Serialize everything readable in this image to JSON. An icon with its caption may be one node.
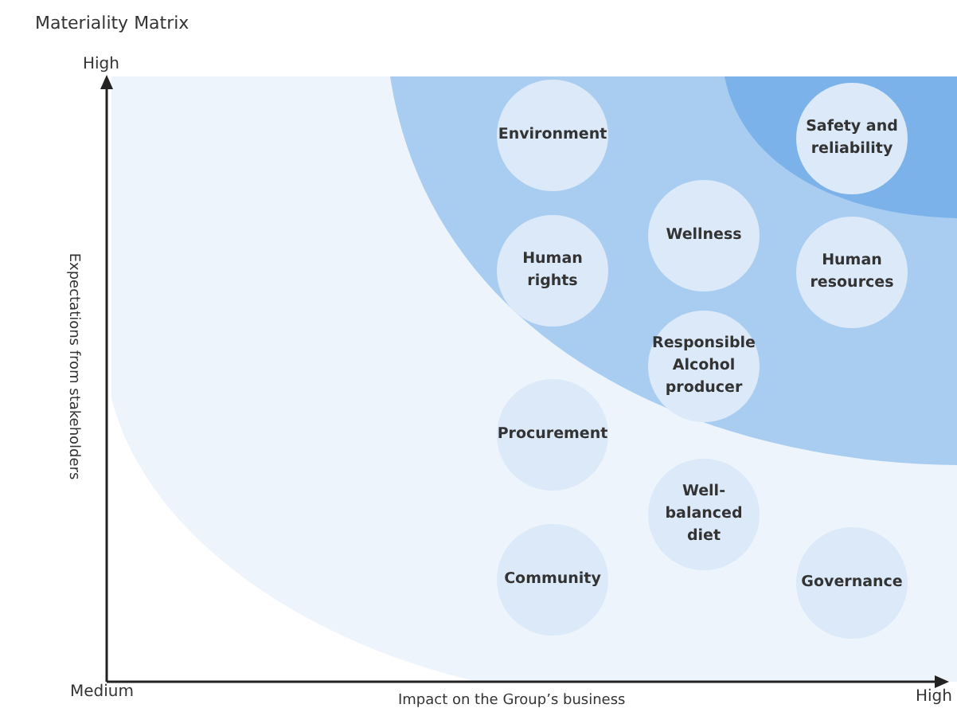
{
  "diagram": {
    "title": "Materiality Matrix",
    "nodes": [
      {
        "text": [
          "Environment"
        ]
      },
      {
        "text": [
          "Safety and reliability"
        ]
      },
      {
        "text": [
          "Wellness"
        ]
      },
      {
        "text": [
          "Human rights"
        ]
      },
      {
        "text": [
          "Human resources"
        ]
      },
      {
        "text": [
          "Responsible Alcohol producer"
        ]
      },
      {
        "text": [
          "Procurement"
        ]
      },
      {
        "text": [
          "Well-balanced diet"
        ]
      },
      {
        "text": [
          "Community"
        ]
      },
      {
        "text": [
          "Governance"
        ]
      }
    ],
    "edges": [],
    "labels": [
      "High",
      "Expectations from stakeholders",
      "Medium",
      "Impact on the Group’s business",
      "High"
    ]
  }
}
